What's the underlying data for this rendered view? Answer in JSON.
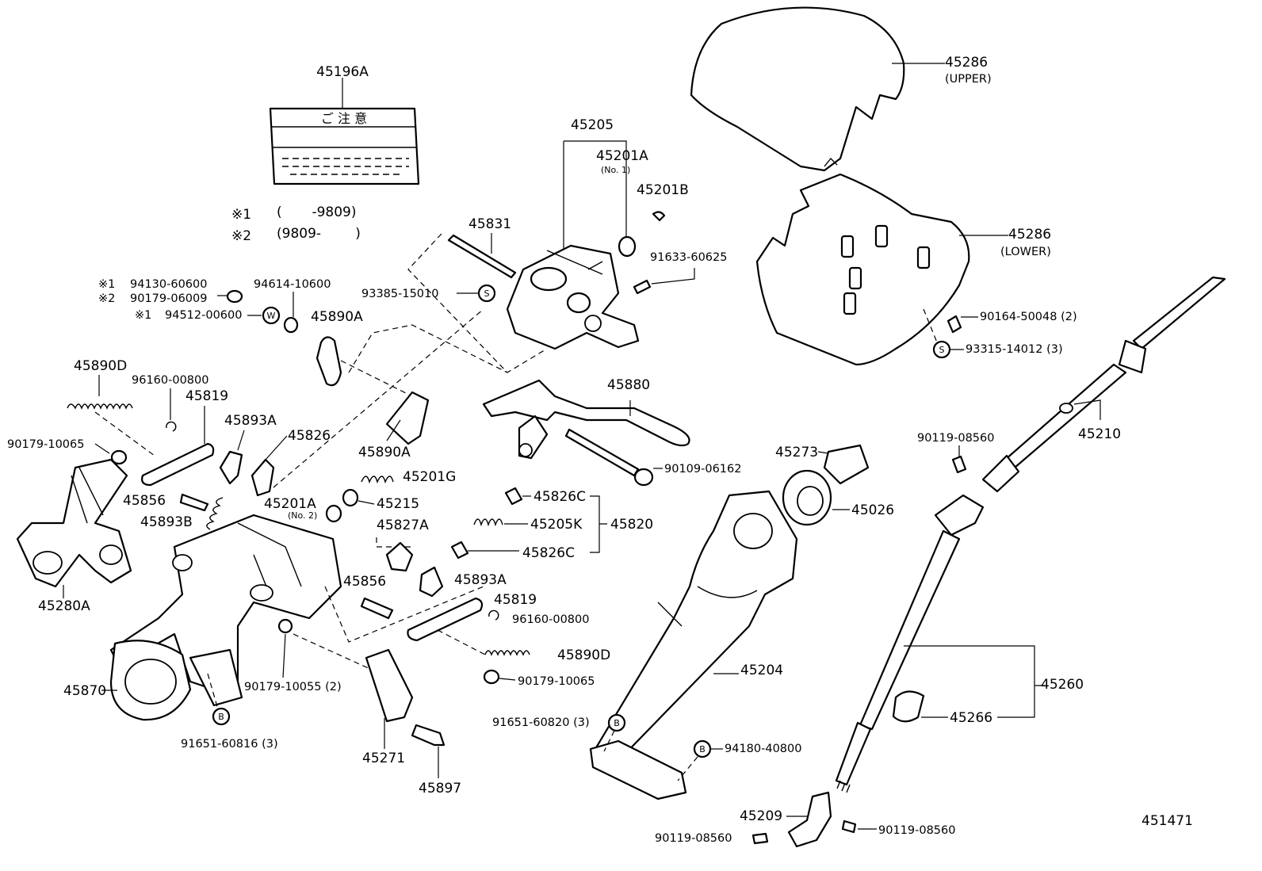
{
  "diagram": {
    "diagram_code": "451471",
    "legend": {
      "note1_mark": "※1",
      "note1_range": "(       -9809)",
      "note2_mark": "※2",
      "note2_range": "(9809-        )"
    },
    "label_card": {
      "heading": "ご 注 意"
    },
    "markers": {
      "s": "S",
      "w": "W",
      "b": "B"
    },
    "parts": {
      "p45196A": "45196A",
      "p45205": "45205",
      "p45201A_no1": "45201A",
      "p45201A_no1_sub": "(No. 1)",
      "p45201B": "45201B",
      "p91633_60625": "91633-60625",
      "p45831": "45831",
      "p93385_15010": "93385-15010",
      "p94130_60600": "94130-60600",
      "p90179_06009": "90179-06009",
      "p94614_10600": "94614-10600",
      "p94512_00600": "94512-00600",
      "p45890A_top": "45890A",
      "p45890D_left": "45890D",
      "p96160_00800_left": "96160-00800",
      "p45819_left": "45819",
      "p90179_10065_left": "90179-10065",
      "p45893A_left": "45893A",
      "p45826": "45826",
      "p45890A_mid": "45890A",
      "p45201G": "45201G",
      "p45856_left": "45856",
      "p45893B": "45893B",
      "p45201A_no2": "45201A",
      "p45201A_no2_sub": "(No. 2)",
      "p45215": "45215",
      "p45280A": "45280A",
      "p45880": "45880",
      "p90109_06162": "90109-06162",
      "p45826C_top": "45826C",
      "p45205K": "45205K",
      "p45820": "45820",
      "p45826C_bot": "45826C",
      "p45827A": "45827A",
      "p45856_right": "45856",
      "p45893A_right": "45893A",
      "p45819_right": "45819",
      "p96160_00800_right": "96160-00800",
      "p45890D_right": "45890D",
      "p90179_10065_right": "90179-10065",
      "p90179_10055": "90179-10055 (2)",
      "p45870": "45870",
      "p91651_60816": "91651-60816 (3)",
      "p45271": "45271",
      "p45897": "45897",
      "p45286_upper": "45286",
      "p45286_upper_sub": "(UPPER)",
      "p45286_lower": "45286",
      "p45286_lower_sub": "(LOWER)",
      "p90164_50048": "90164-50048 (2)",
      "p93315_14012": "93315-14012 (3)",
      "p45210": "45210",
      "p90119_08560_a": "90119-08560",
      "p45273": "45273",
      "p45026": "45026",
      "p45204": "45204",
      "p91651_60820": "91651-60820 (3)",
      "p94180_40800": "94180-40800",
      "p45260": "45260",
      "p45266": "45266",
      "p45209": "45209",
      "p90119_08560_b": "90119-08560",
      "p90119_08560_c": "90119-08560"
    }
  }
}
